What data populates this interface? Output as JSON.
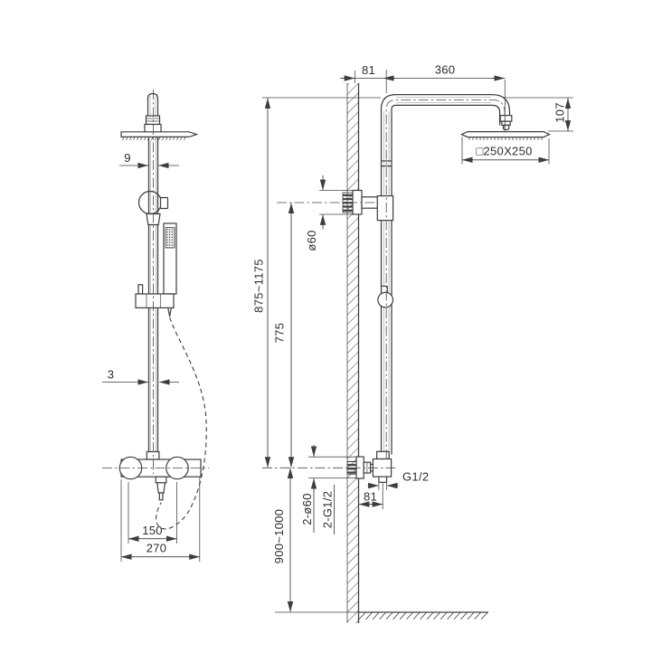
{
  "colors": {
    "background": "#ffffff",
    "line": "#3d3d3d",
    "dim_line": "#4a4a4a",
    "text": "#2d2d2d"
  },
  "views": {
    "product": {
      "dimensions": {
        "pipe_top_width": "9",
        "pipe_bottom_width": "3",
        "handle_spacing": "150",
        "body_width": "270"
      }
    },
    "installation": {
      "dimensions": {
        "wall_to_riser": "81",
        "arm_length": "360",
        "head_drop": "107",
        "head_size": "□250X250",
        "riser_height_range": "875~1175",
        "bracket_height": "775",
        "inlet_height_range": "900~1000",
        "bracket_flange_diameter": "ø60",
        "inlet_flanges": "2-ø60",
        "inlet_threads": "2-G1/2",
        "outlet_thread": "G1/2",
        "wall_to_outlet": "81"
      }
    }
  }
}
